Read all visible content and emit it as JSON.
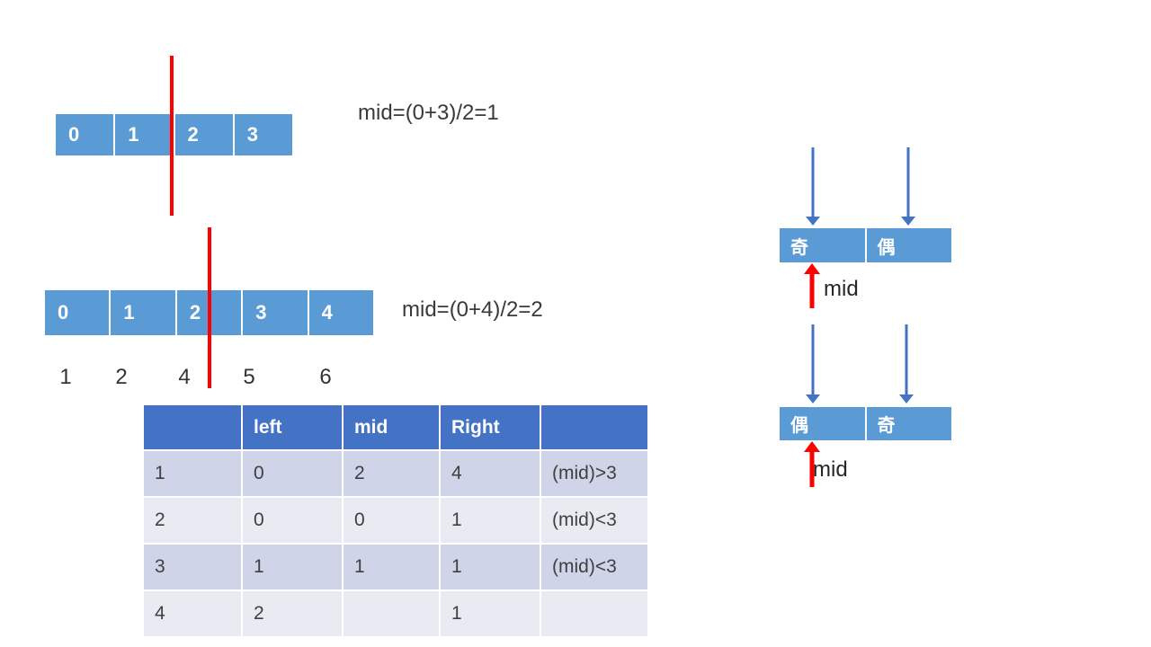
{
  "colors": {
    "cell_blue": "#5B9BD5",
    "header_blue": "#4472C4",
    "arrow_blue": "#4472C4",
    "red": "#FF0000",
    "band_dark": "#CFD4E8",
    "band_light": "#E9EBF3",
    "body_text": "#404040"
  },
  "step1": {
    "cells": [
      "0",
      "1",
      "2",
      "3"
    ],
    "formula": "mid=(0+3)/2=1"
  },
  "step2": {
    "cells": [
      "0",
      "1",
      "2",
      "3",
      "4"
    ],
    "formula": "mid=(0+4)/2=2",
    "values": [
      "1",
      "2",
      "4",
      "5",
      "6"
    ]
  },
  "table": {
    "headers": [
      "",
      "left",
      "mid",
      "Right",
      ""
    ],
    "rows": [
      [
        "1",
        "0",
        "2",
        "4",
        "(mid)>3"
      ],
      [
        "2",
        "0",
        "0",
        "1",
        "(mid)<3"
      ],
      [
        "3",
        "1",
        "1",
        "1",
        "(mid)<3"
      ],
      [
        "4",
        "2",
        "",
        "1",
        ""
      ]
    ]
  },
  "diagram_odd_even": {
    "cells": [
      "奇",
      "偶"
    ],
    "mid_label": "mid"
  },
  "diagram_even_odd": {
    "cells": [
      "偶",
      "奇"
    ],
    "mid_label": "mid"
  }
}
